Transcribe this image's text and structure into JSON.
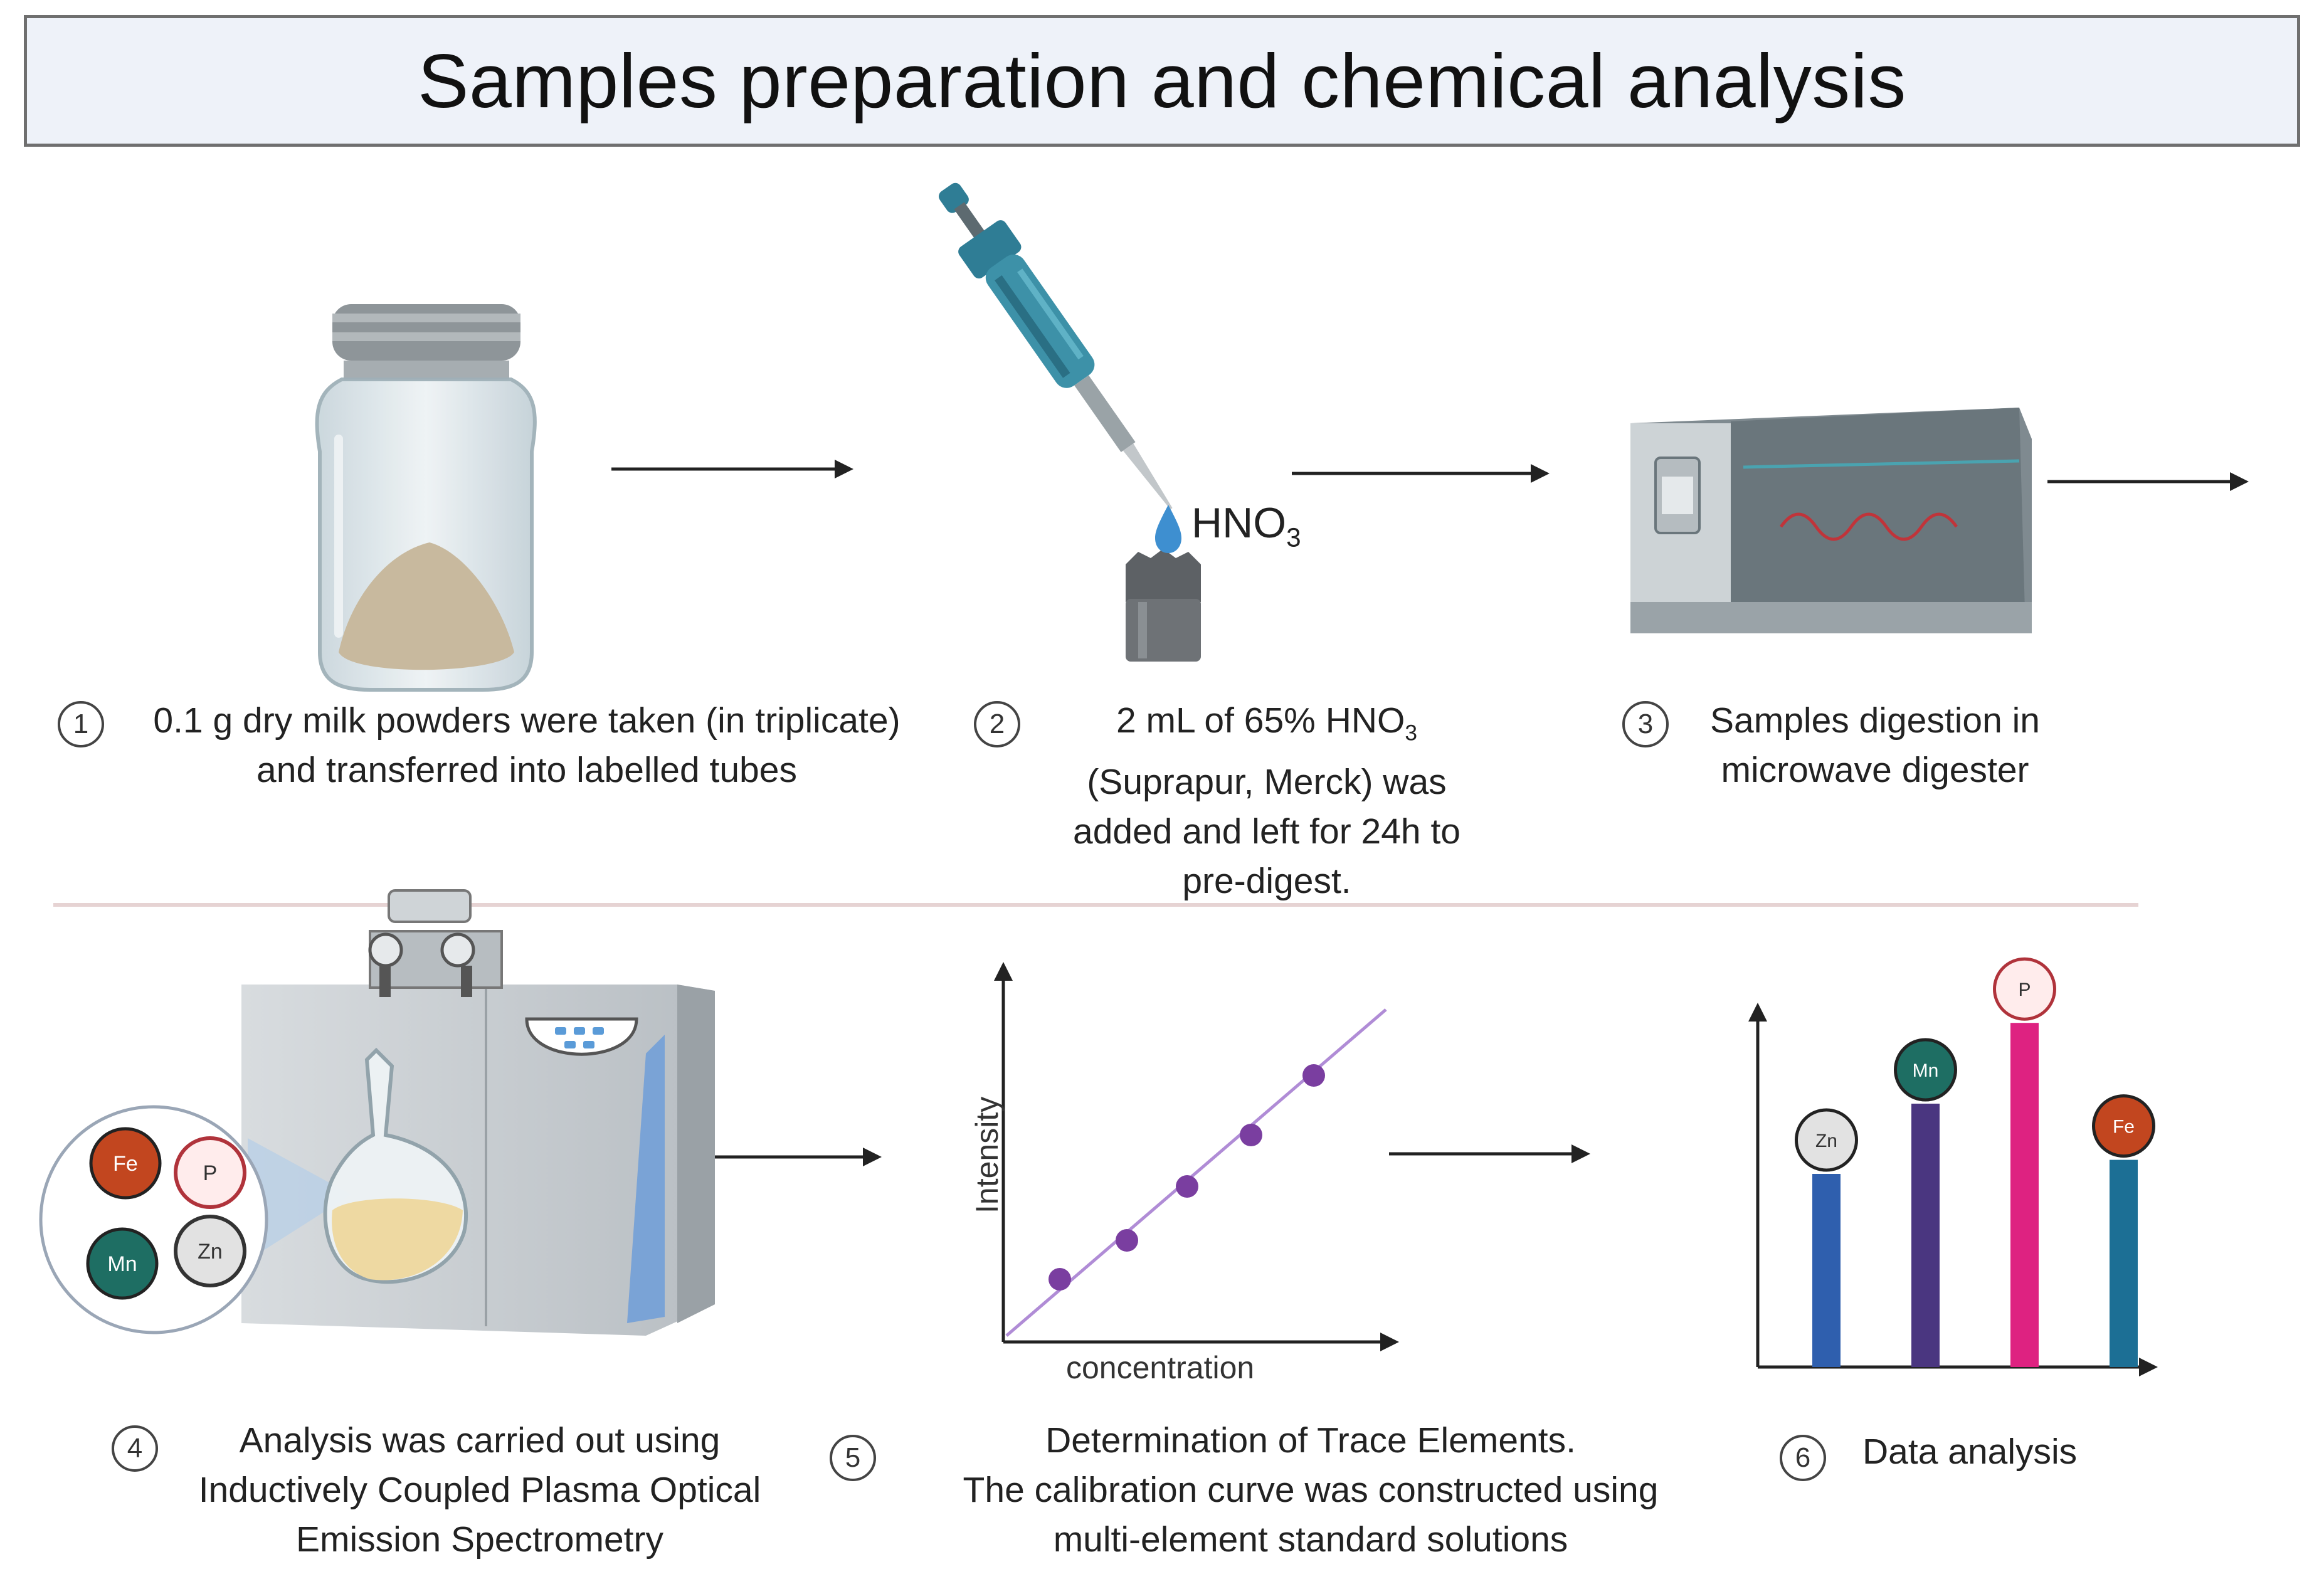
{
  "title": "Samples preparation and chemical analysis",
  "steps": [
    {
      "number": "1",
      "lines": [
        "0.1 g dry milk powders were taken (in triplicate)",
        "and transferred into labelled tubes"
      ]
    },
    {
      "number": "2",
      "lines": [
        "2 mL of 65% HNO",
        "(Suprapur, Merck) was",
        "added and left for 24h to",
        "pre-digest."
      ],
      "subscript": "3"
    },
    {
      "number": "3",
      "lines": [
        "Samples digestion in",
        "microwave digester"
      ]
    },
    {
      "number": "4",
      "lines": [
        "Analysis was carried out using",
        "Inductively Coupled Plasma Optical",
        "Emission Spectrometry"
      ]
    },
    {
      "number": "5",
      "lines": [
        "Determination of Trace Elements.",
        "The calibration curve was constructed using",
        "multi-element standard solutions"
      ]
    },
    {
      "number": "6",
      "lines": [
        "Data analysis"
      ]
    }
  ],
  "reagent": {
    "formula": "HNO",
    "subscript": "3"
  },
  "calibration": {
    "xlabel": "concentration",
    "ylabel": "Intensity"
  },
  "elements": {
    "fe": "Fe",
    "p": "P",
    "mn": "Mn",
    "zn": "Zn"
  },
  "colors": {
    "fe": "#c2461f",
    "p": "#d81b78",
    "mn": "#1e6e63",
    "zn": "#9e9e9e",
    "bar_zn": "#2f5fae",
    "bar_mn": "#4a3680",
    "bar_p": "#de2281",
    "bar_fe": "#1c6f95",
    "points": "#7a3ea0",
    "fit_line": "#b08cd6",
    "title_bg": "#eef2f9",
    "divider": "#e6d3d3"
  },
  "bar_chart": {
    "bars": [
      {
        "element": "Zn",
        "value": 0.55
      },
      {
        "element": "Mn",
        "value": 0.75
      },
      {
        "element": "P",
        "value": 0.98
      },
      {
        "element": "Fe",
        "value": 0.59
      }
    ]
  },
  "icons": [
    "jar-icon",
    "pipette-icon",
    "vial-icon",
    "drop-icon",
    "microwave-digester-icon",
    "icp-oes-instrument-icon",
    "flask-icon",
    "arrow-icon"
  ]
}
